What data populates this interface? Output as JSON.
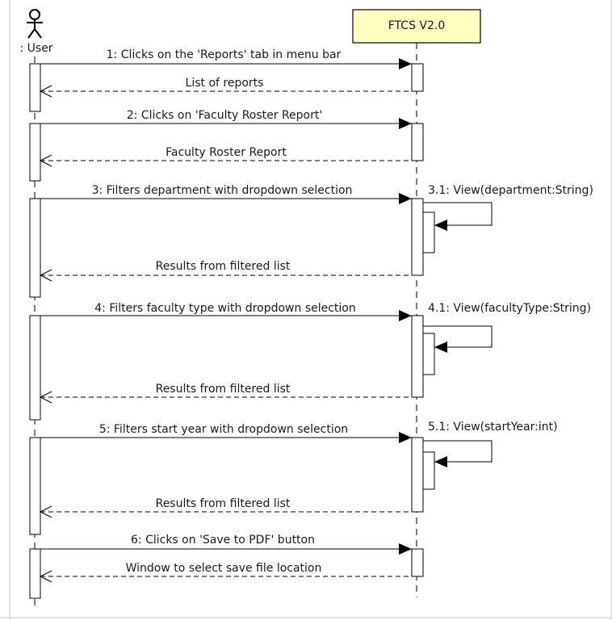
{
  "actor": {
    "name": ": User"
  },
  "participant": {
    "name": "FTCS V2.0"
  },
  "colors": {
    "participant_fill": "#ffffc0",
    "line": "#000000"
  },
  "messages": [
    {
      "id": "m1",
      "kind": "call",
      "label": "1: Clicks on the 'Reports' tab in menu bar"
    },
    {
      "id": "r1",
      "kind": "return",
      "label": "List of reports"
    },
    {
      "id": "m2",
      "kind": "call",
      "label": "2: Clicks on 'Faculty Roster Report'"
    },
    {
      "id": "r2",
      "kind": "return",
      "label": "Faculty Roster Report"
    },
    {
      "id": "m3",
      "kind": "call",
      "label": "3: Filters department with dropdown selection"
    },
    {
      "id": "s3",
      "kind": "self",
      "label": "3.1: View(department:String)"
    },
    {
      "id": "r3",
      "kind": "return",
      "label": "Results from filtered list"
    },
    {
      "id": "m4",
      "kind": "call",
      "label": "4: Filters faculty type with dropdown selection"
    },
    {
      "id": "s4",
      "kind": "self",
      "label": "4.1: View(facultyType:String)"
    },
    {
      "id": "r4",
      "kind": "return",
      "label": "Results from filtered list"
    },
    {
      "id": "m5",
      "kind": "call",
      "label": "5: Filters start year with dropdown selection"
    },
    {
      "id": "s5",
      "kind": "self",
      "label": "5.1: View(startYear:int)"
    },
    {
      "id": "r5",
      "kind": "return",
      "label": "Results from filtered list"
    },
    {
      "id": "m6",
      "kind": "call",
      "label": "6: Clicks on 'Save to PDF' button"
    },
    {
      "id": "r6",
      "kind": "return",
      "label": "Window to select save file location"
    }
  ]
}
